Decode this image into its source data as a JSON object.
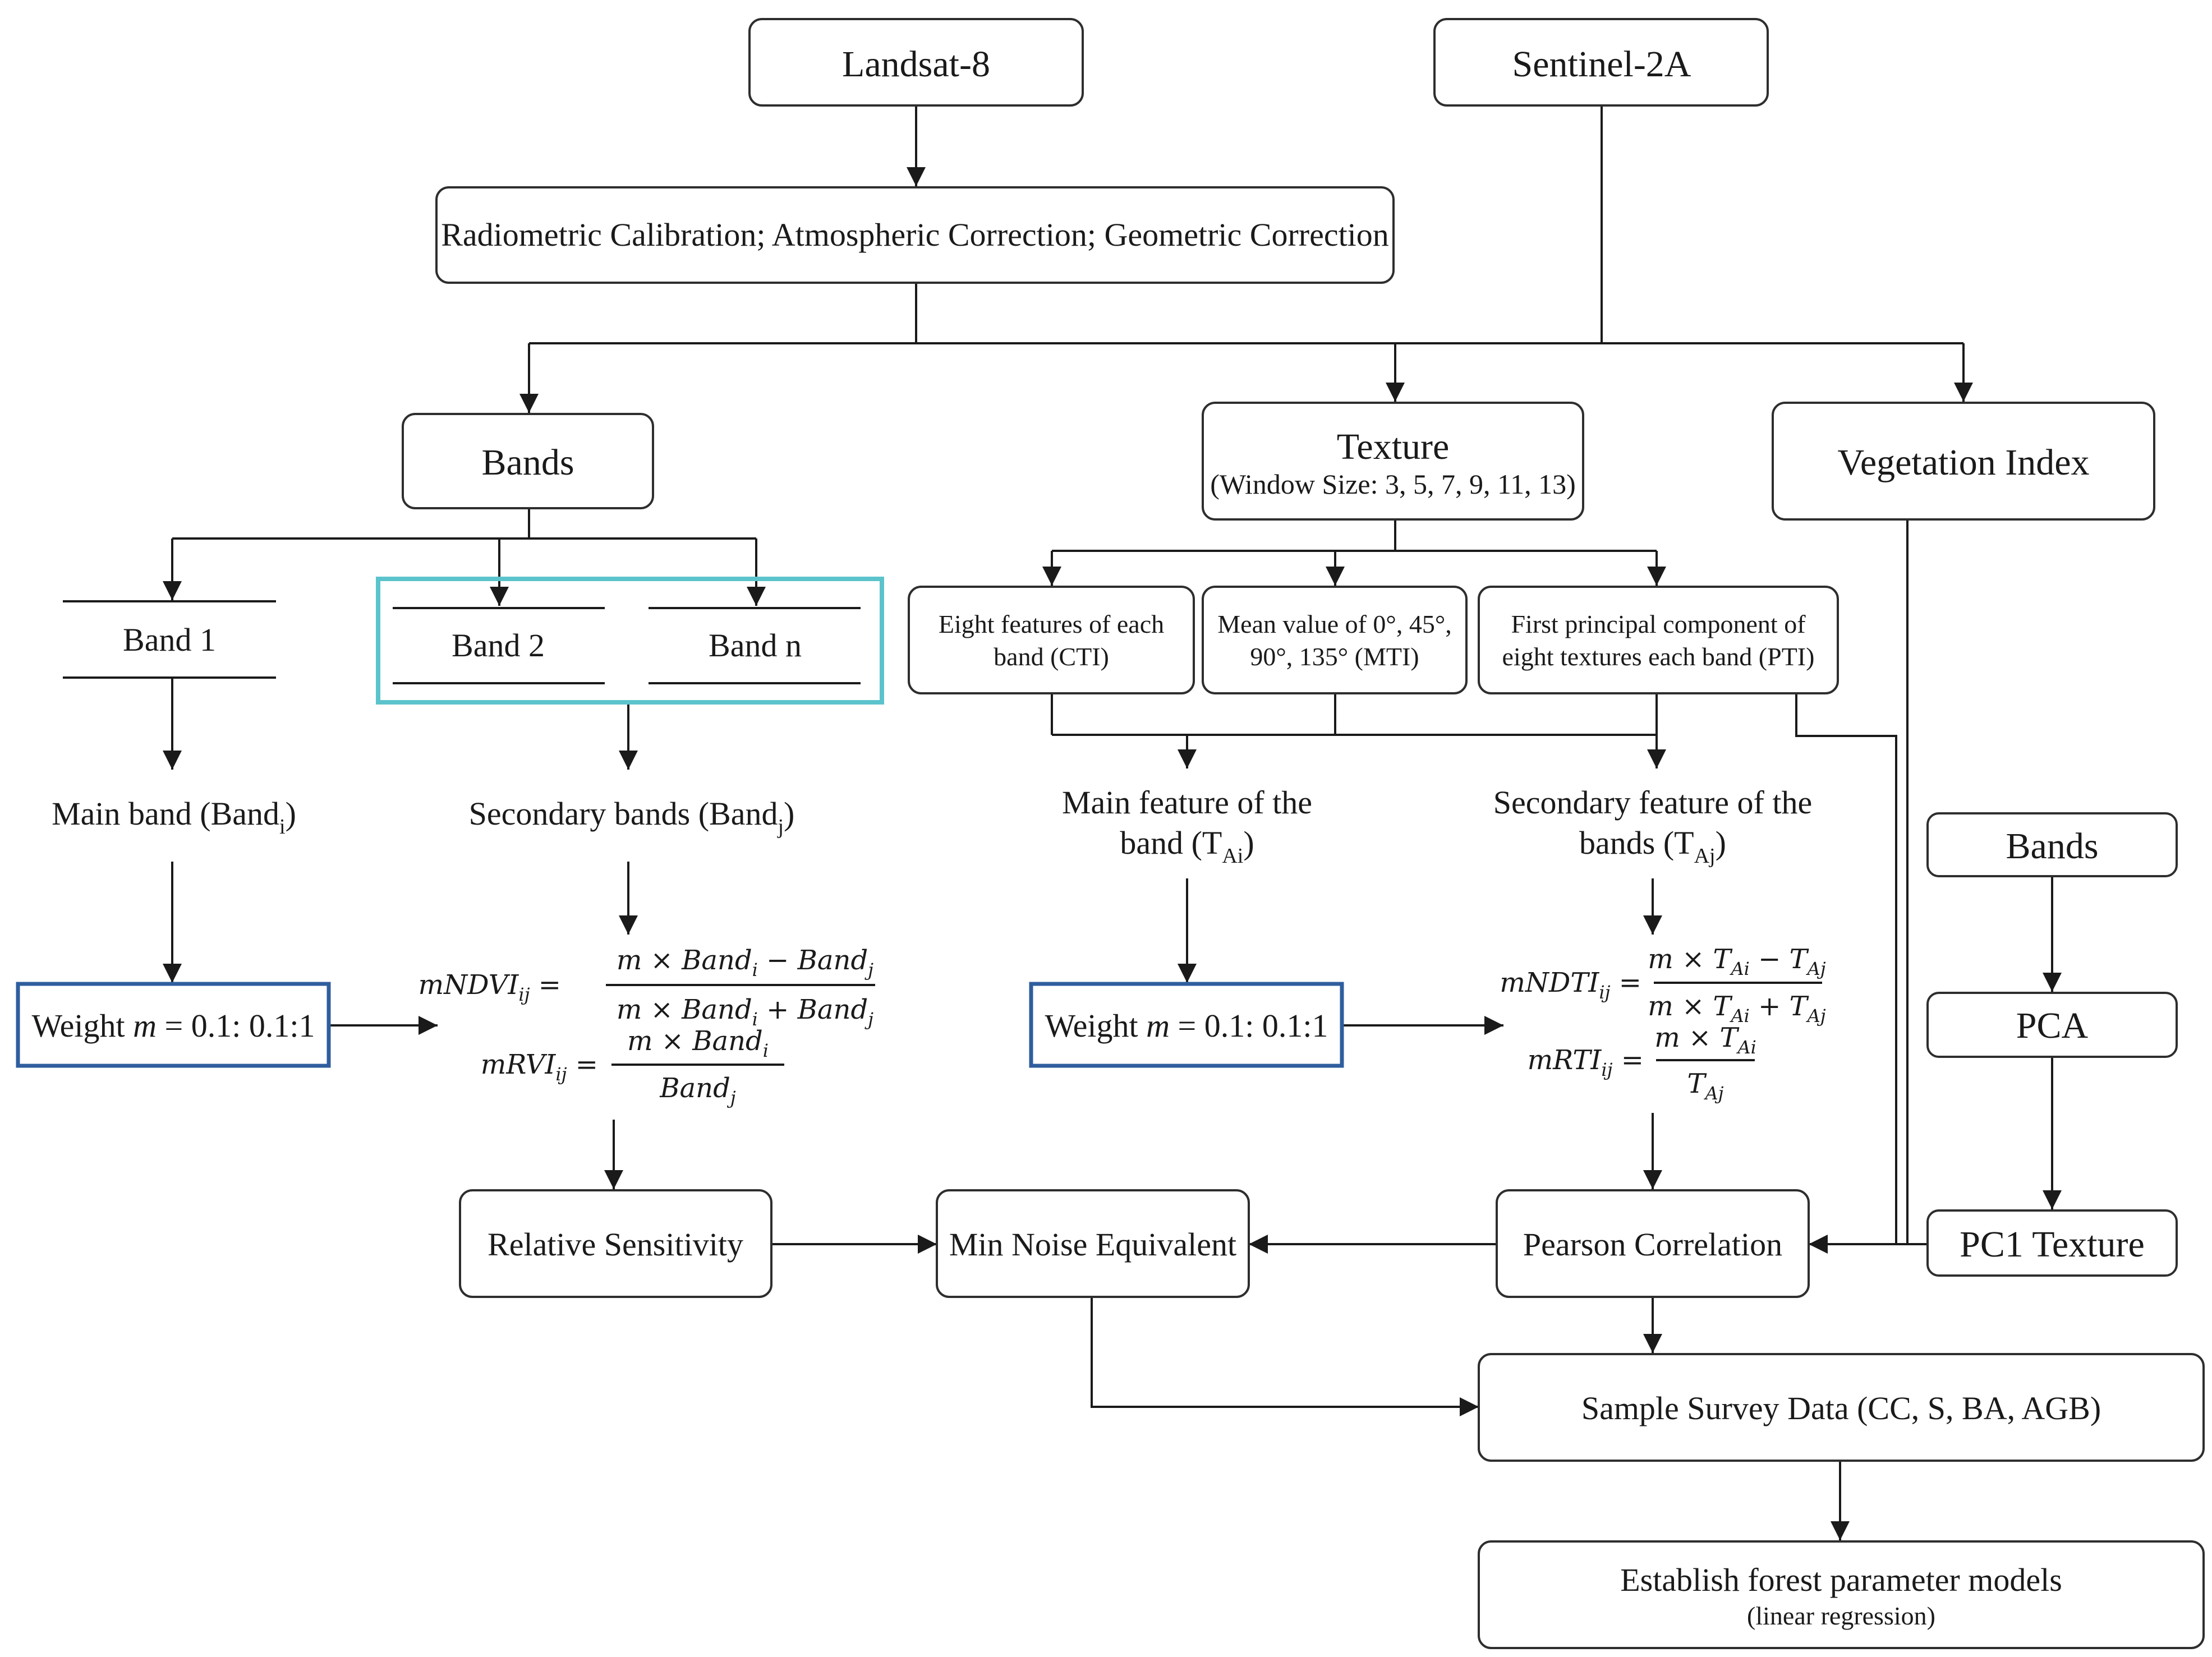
{
  "nodes": {
    "landsat": "Landsat-8",
    "sentinel": "Sentinel-2A",
    "preprocess": "Radiometric Calibration; Atmospheric Correction; Geometric Correction",
    "bands_top": "Bands",
    "texture_title": "Texture",
    "texture_sub": "(Window Size: 3, 5, 7, 9, 11, 13)",
    "vegetation_index": "Vegetation Index",
    "band1": "Band 1",
    "band2": "Band 2",
    "bandn": "Band n",
    "cti_line1": "Eight features of each",
    "cti_line2": "band (CTI)",
    "mti_line1": "Mean value of 0°, 45°,",
    "mti_line2": "90°,  135° (MTI)",
    "pti_line1": "First principal component of",
    "pti_line2": "eight textures each band (PTI)",
    "main_band": "Main band (Band",
    "main_band_sub": "i",
    "secondary_bands": "Secondary bands (Band",
    "secondary_bands_sub": "j",
    "main_feature_line1": "Main feature of the",
    "main_feature_line2": "band (T",
    "main_feature_sub": "Ai",
    "secondary_feature_line1": "Secondary feature of the",
    "secondary_feature_line2": "bands (T",
    "secondary_feature_sub": "Aj",
    "close_paren": ")",
    "weight_pre": "Weight",
    "weight_m": "m",
    "weight_post": "= 0.1: 0.1:1",
    "bands_right": "Bands",
    "pca": "PCA",
    "pc1_texture": "PC1 Texture",
    "relative_sensitivity": "Relative Sensitivity",
    "min_noise": "Min Noise Equivalent",
    "pearson": "Pearson Correlation",
    "sample_survey": "Sample Survey Data (CC, S, BA, AGB)",
    "establish_line1": "Establish forest parameter models",
    "establish_line2": "(linear regression)"
  },
  "equations": {
    "mndvi_lhs": "mNDVI",
    "mndvi_num": "m × Band",
    "mndvi_num_mid": " − Band",
    "mndvi_den": "m × Band",
    "mndvi_den_mid": " + Band",
    "mrvi_lhs": "mRVI",
    "mrvi_num": "m × Band",
    "mrvi_den": "Band",
    "mndti_lhs": "mNDTI",
    "mndti_num": "m × T",
    "mndti_num_mid": " − T",
    "mndti_den": "m × T",
    "mndti_den_mid": " + T",
    "mrti_lhs": "mRTI",
    "mrti_num": "m × T",
    "mrti_den": "T",
    "sub_ij": "ij",
    "sub_i": "i",
    "sub_j": "j",
    "sub_Ai": "Ai",
    "sub_Aj": "Aj",
    "equals": "="
  },
  "colors": {
    "blue_box": "#2f5e9e",
    "teal_box": "#5bc3cc",
    "line": "#1a1a1a"
  }
}
